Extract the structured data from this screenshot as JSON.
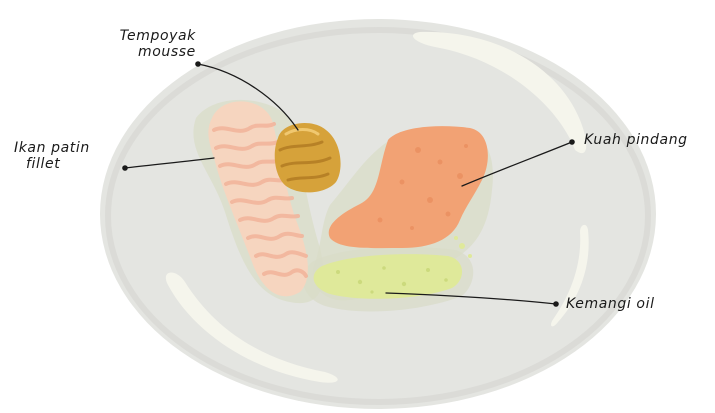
{
  "diagram": {
    "plate_colors": {
      "plate": "#e4e5e1",
      "rim_shadow": "#d3d4cf",
      "highlight": "#f5f5ec",
      "sauce_halo": "#d9dcc7"
    },
    "components": [
      {
        "id": "tempoyak-mousse",
        "label_lines": [
          "Tempoyak",
          "mousse"
        ],
        "color": "#d6a23a"
      },
      {
        "id": "ikan-patin-fillet",
        "label_lines": [
          "Ikan patin",
          "fillet"
        ],
        "color": "#f6d5bf"
      },
      {
        "id": "kuah-pindang",
        "label_lines": [
          "Kuah pindang"
        ],
        "color": "#f2a274"
      },
      {
        "id": "kemangi-oil",
        "label_lines": [
          "Kemangi oil"
        ],
        "color": "#dfe99a"
      }
    ]
  }
}
